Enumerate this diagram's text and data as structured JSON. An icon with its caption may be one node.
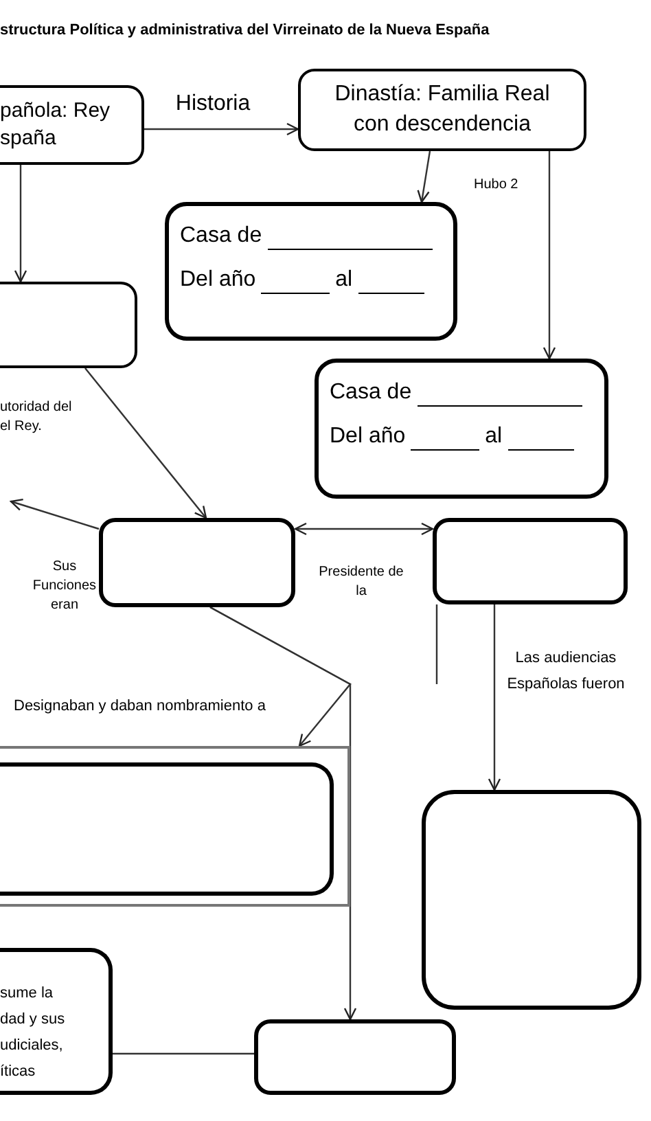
{
  "diagram": {
    "title": "structura Política y administrativa del Virreinato de la Nueva España",
    "nodes": [
      {
        "text": [
          "pañola: Rey spaña"
        ]
      },
      {
        "text": [
          "Dinastía: Familia Real con descendencia"
        ]
      },
      {
        "text": [
          "Casa de",
          "Del año",
          "al"
        ]
      },
      {
        "text": [
          "Casa de",
          "Del año",
          "al"
        ]
      },
      {
        "text": [],
        "shape": "box"
      },
      {
        "text": [],
        "shape": "box"
      },
      {
        "text": [],
        "shape": "box"
      },
      {
        "text": [],
        "shape": "box"
      },
      {
        "text": [],
        "shape": "box",
        "in": 7
      },
      {
        "text": [],
        "shape": "box"
      },
      {
        "text": [
          "sume la dad y sus udiciales, íticas"
        ]
      },
      {
        "text": [],
        "shape": "box"
      }
    ],
    "edges": [
      {
        "from": 0,
        "to": 1,
        "arrow": "to",
        "label": "Historia"
      },
      {
        "from": 0,
        "to": 4,
        "arrow": "to"
      },
      {
        "from": 1,
        "to": 2,
        "arrow": "to"
      },
      {
        "from": 1,
        "to": 3,
        "arrow": "to"
      },
      {
        "from": 4,
        "to": 5,
        "arrow": "to"
      },
      {
        "from": 5,
        "to": null,
        "arrow": "to"
      },
      {
        "from": 5,
        "to": 6,
        "arrow": "both"
      },
      {
        "from": 6,
        "to": null,
        "arrow": "none"
      },
      {
        "from": 6,
        "to": 9,
        "arrow": "to"
      },
      {
        "from": 5,
        "to": 7,
        "arrow": "to"
      },
      {
        "from": 5,
        "to": 11,
        "arrow": "to"
      },
      {
        "from": 10,
        "to": 11,
        "arrow": "none"
      }
    ],
    "labels": [
      "Hubo 2",
      "utoridad del el Rey.",
      "Sus Funciones eran",
      "Presidente de la",
      "Las audiencias Españolas fueron",
      "Designaban y daban nombramiento a"
    ]
  }
}
